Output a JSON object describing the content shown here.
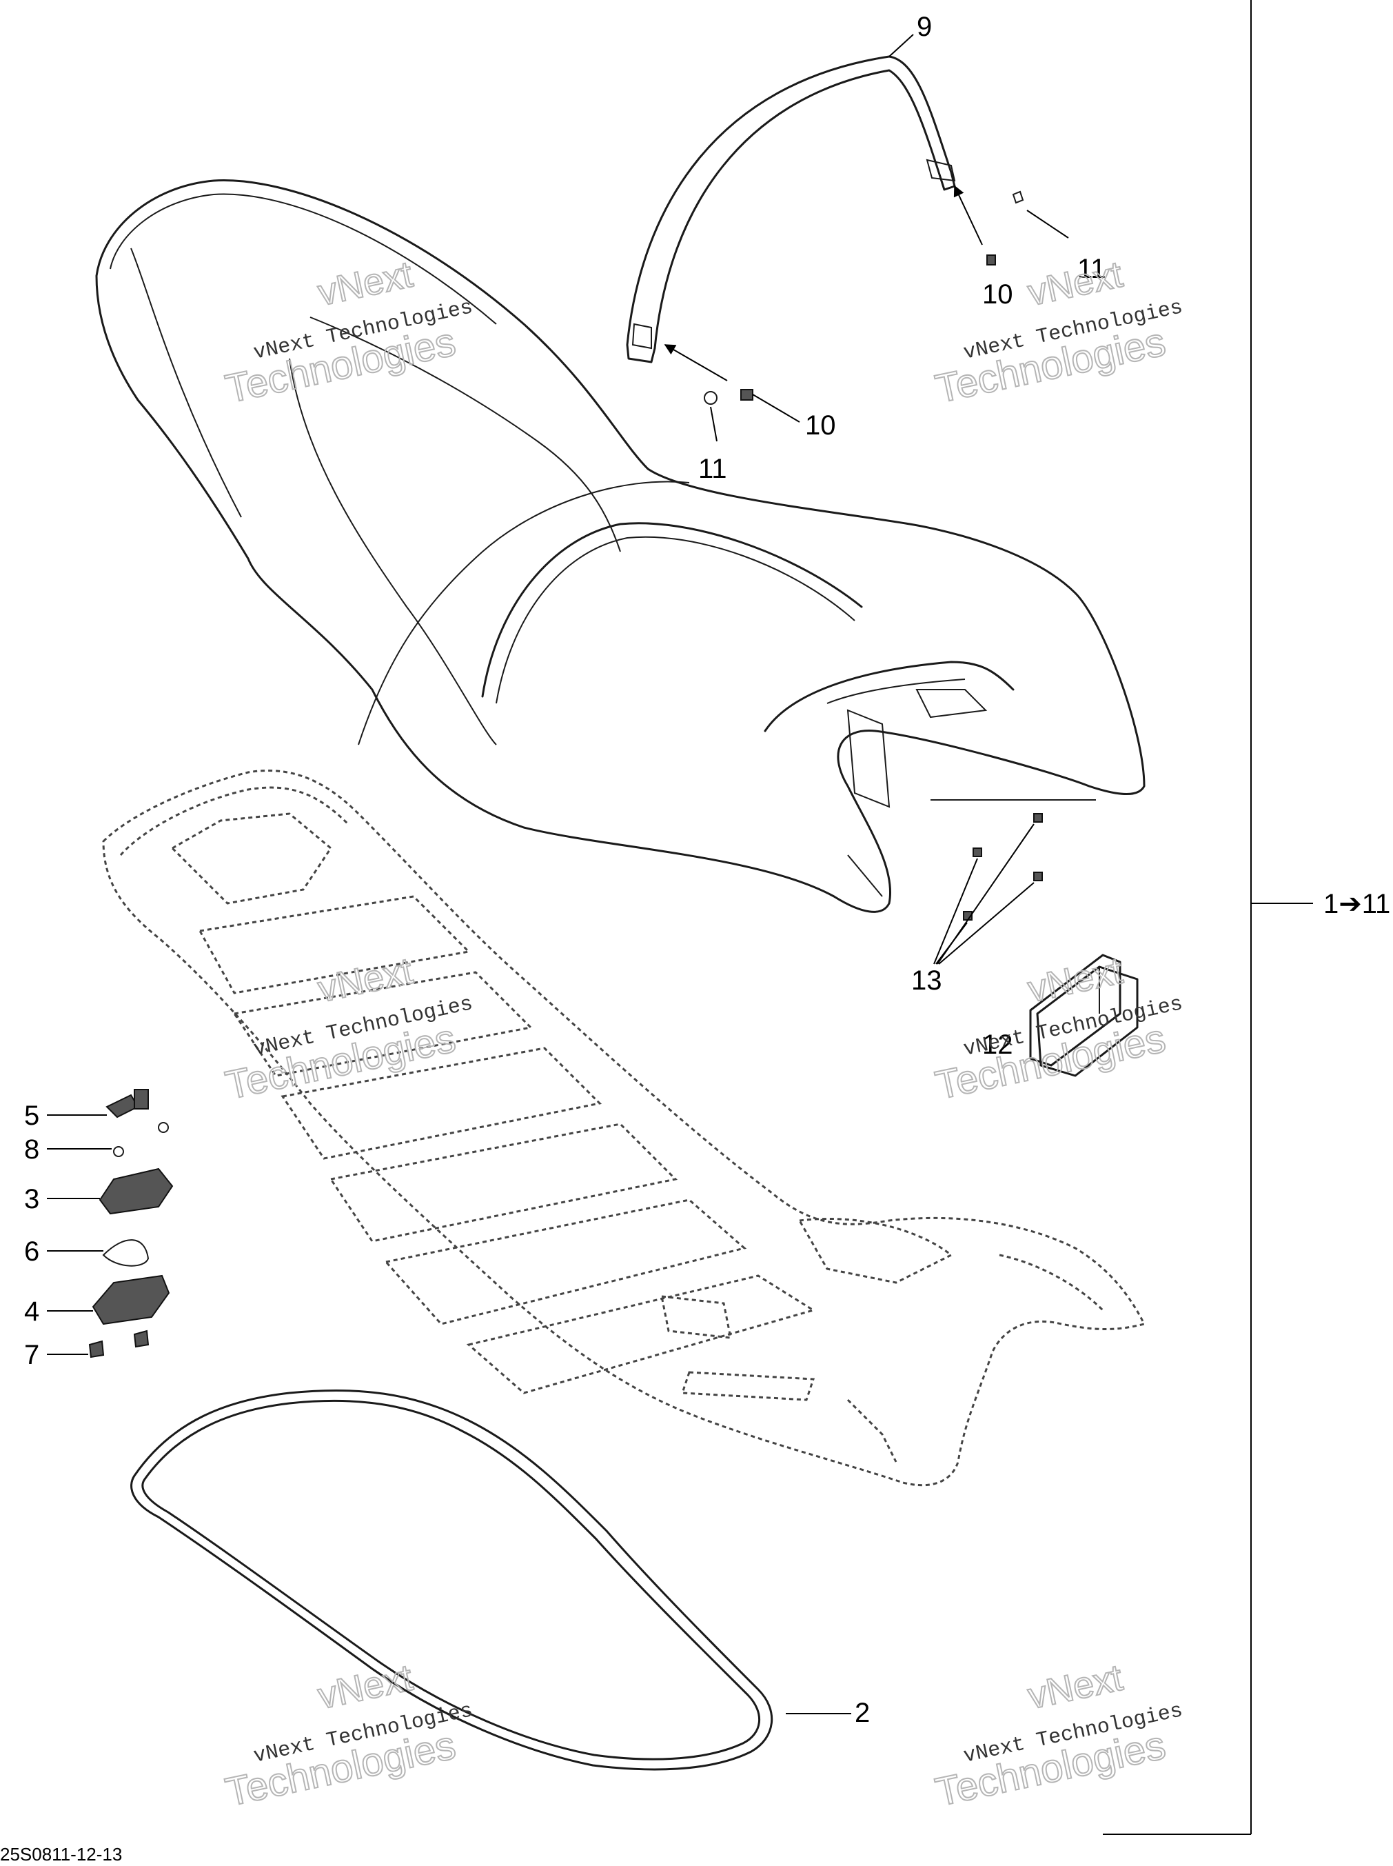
{
  "callouts": {
    "c1": "1➔11",
    "c2": "2",
    "c3": "3",
    "c4": "4",
    "c5": "5",
    "c6": "6",
    "c7": "7",
    "c8": "8",
    "c9": "9",
    "c10a": "10",
    "c10b": "10",
    "c11a": "11",
    "c11b": "11",
    "c12": "12",
    "c13": "13"
  },
  "watermark": {
    "line0": "vNext",
    "line1": "vNext Technologies",
    "line2": "Technologies"
  },
  "footer": {
    "code": "25S0811-12-13"
  }
}
